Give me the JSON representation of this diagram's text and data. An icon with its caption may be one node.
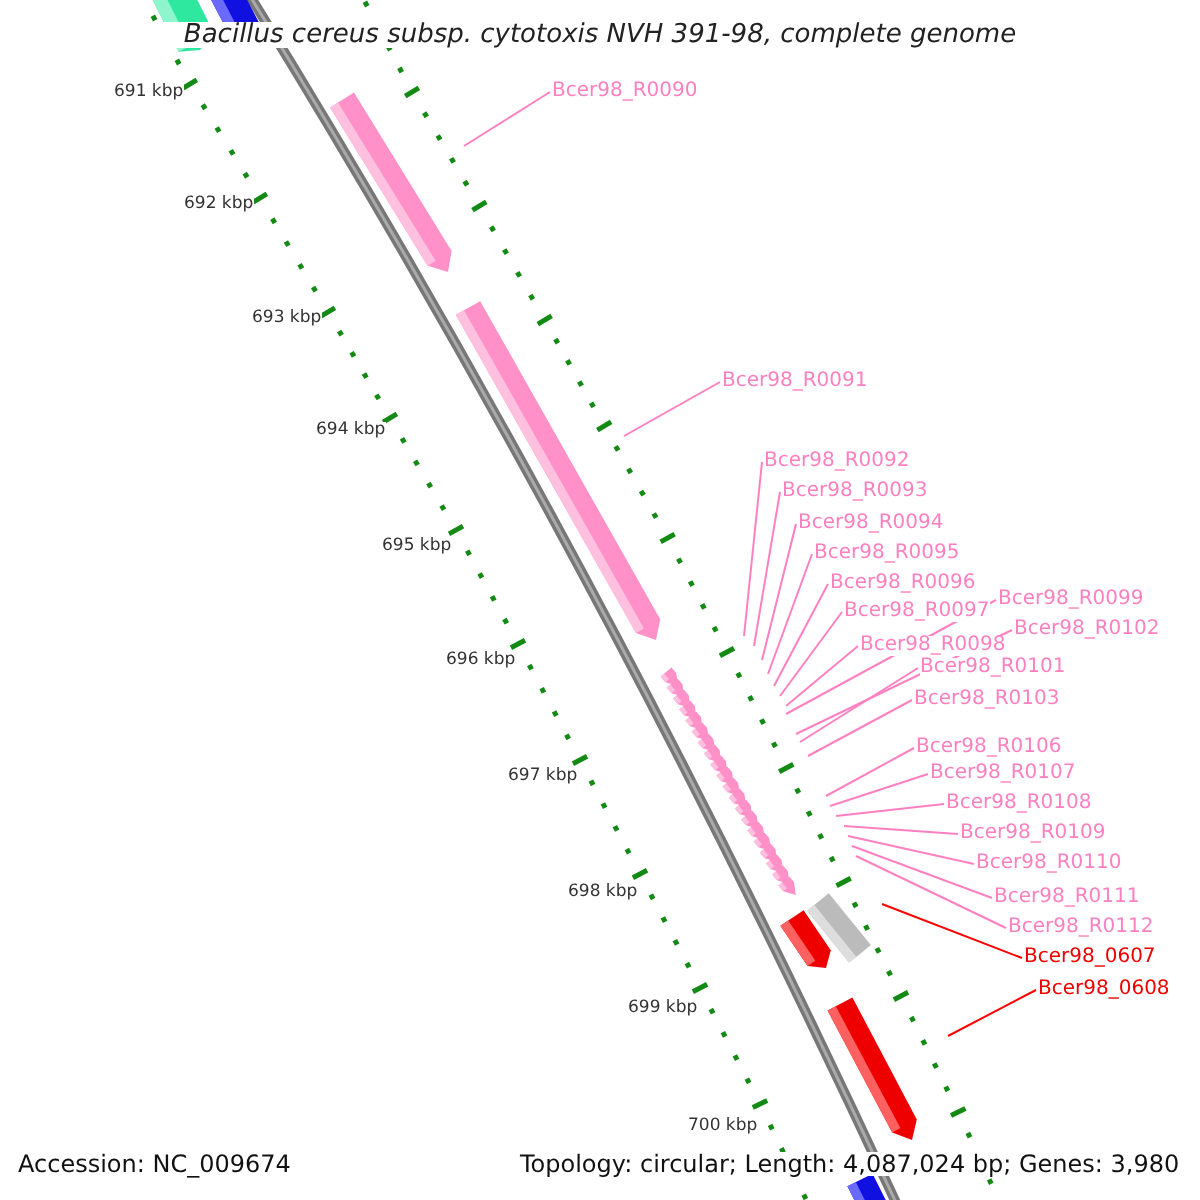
{
  "diagram": {
    "title": "Bacillus cereus subsp. cytotoxis NVH 391-98, complete genome",
    "nodes": [
      {
        "text": [
          "Bcer98_R0090"
        ]
      },
      {
        "text": [
          "Bcer98_R0091"
        ]
      },
      {
        "text": [
          "Bcer98_R0092"
        ]
      },
      {
        "text": [
          "Bcer98_R0093"
        ]
      },
      {
        "text": [
          "Bcer98_R0094"
        ]
      },
      {
        "text": [
          "Bcer98_R0095"
        ]
      },
      {
        "text": [
          "Bcer98_R0096"
        ]
      },
      {
        "text": [
          "Bcer98_R0097"
        ]
      },
      {
        "text": [
          "Bcer98_R0098"
        ]
      },
      {
        "text": [
          "Bcer98_R0099"
        ]
      },
      {
        "text": [
          "Bcer98_R0102"
        ]
      },
      {
        "text": [
          "Bcer98_R0101"
        ]
      },
      {
        "text": [
          "Bcer98_R0103"
        ]
      },
      {
        "text": [
          "Bcer98_R0106"
        ]
      },
      {
        "text": [
          "Bcer98_R0107"
        ]
      },
      {
        "text": [
          "Bcer98_R0108"
        ]
      },
      {
        "text": [
          "Bcer98_R0109"
        ]
      },
      {
        "text": [
          "Bcer98_R0110"
        ]
      },
      {
        "text": [
          "Bcer98_R0111"
        ]
      },
      {
        "text": [
          "Bcer98_R0112"
        ]
      },
      {
        "text": [
          "Bcer98_0607"
        ]
      },
      {
        "text": [
          "Bcer98_0608"
        ]
      }
    ],
    "edges": [
      {
        "from": 0,
        "to": null,
        "arrow": "none"
      },
      {
        "from": 1,
        "to": null,
        "arrow": "none"
      },
      {
        "from": 2,
        "to": null,
        "arrow": "none"
      },
      {
        "from": 3,
        "to": null,
        "arrow": "none"
      },
      {
        "from": 4,
        "to": null,
        "arrow": "none"
      },
      {
        "from": 5,
        "to": null,
        "arrow": "none"
      },
      {
        "from": 6,
        "to": null,
        "arrow": "none"
      },
      {
        "from": 7,
        "to": null,
        "arrow": "none"
      },
      {
        "from": 8,
        "to": null,
        "arrow": "none"
      },
      {
        "from": 9,
        "to": null,
        "arrow": "none"
      },
      {
        "from": 10,
        "to": null,
        "arrow": "none"
      },
      {
        "from": 11,
        "to": null,
        "arrow": "none"
      },
      {
        "from": 12,
        "to": null,
        "arrow": "none"
      },
      {
        "from": 13,
        "to": null,
        "arrow": "none"
      },
      {
        "from": 14,
        "to": null,
        "arrow": "none"
      },
      {
        "from": 15,
        "to": null,
        "arrow": "none"
      },
      {
        "from": 16,
        "to": null,
        "arrow": "none"
      },
      {
        "from": 17,
        "to": null,
        "arrow": "none"
      },
      {
        "from": 18,
        "to": null,
        "arrow": "none"
      },
      {
        "from": 19,
        "to": null,
        "arrow": "none"
      },
      {
        "from": 20,
        "to": null,
        "arrow": "none",
        "color": "#ff0000"
      },
      {
        "from": 21,
        "to": null,
        "arrow": "none",
        "color": "#ff0000"
      }
    ],
    "labels": [
      "691 kbp",
      "692 kbp",
      "693 kbp",
      "694 kbp",
      "695 kbp",
      "696 kbp",
      "697 kbp",
      "698 kbp",
      "699 kbp",
      "700 kbp",
      "Accession: NC_009674",
      "Topology: circular; Length: 4,087,024 bp; Genes: 3,980"
    ]
  }
}
